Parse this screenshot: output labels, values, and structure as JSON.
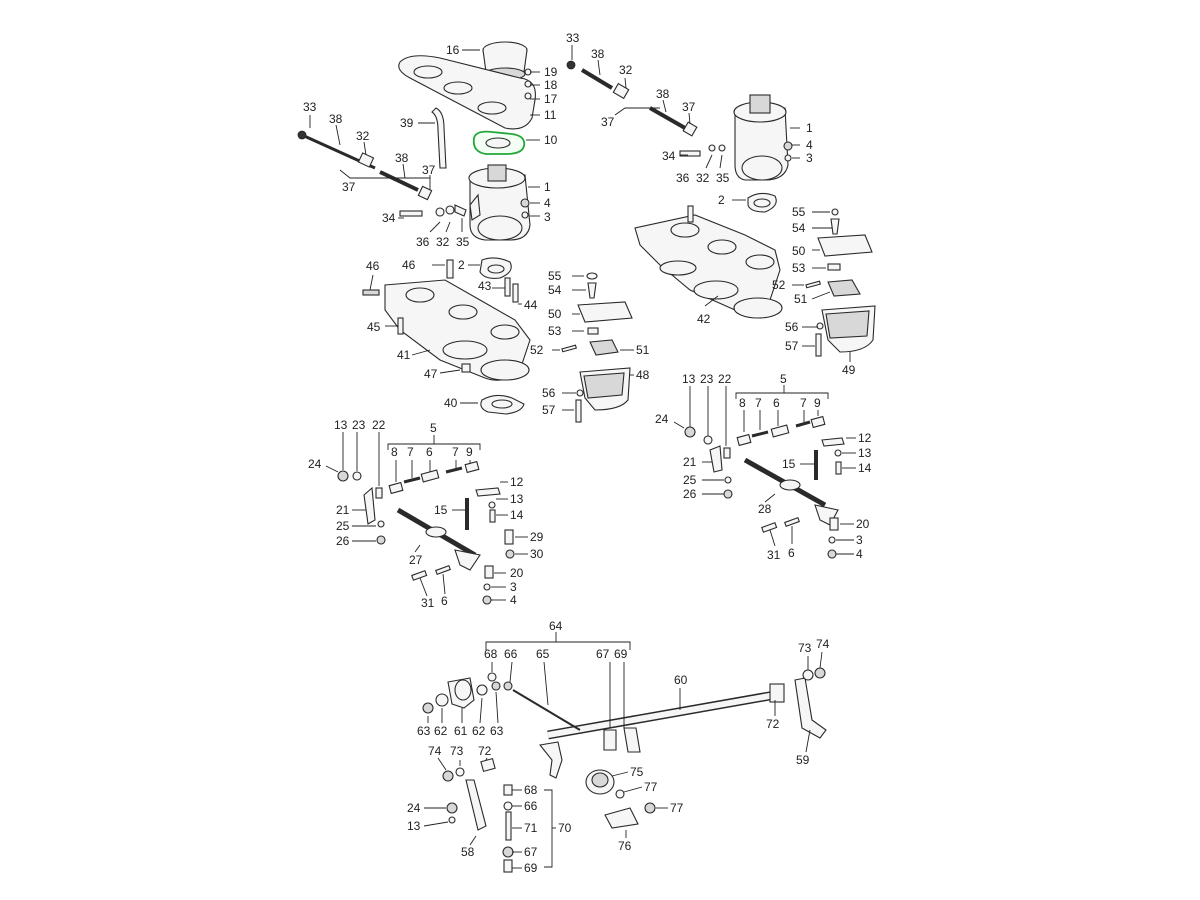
{
  "diagram": {
    "highlight_color": "#22a83a",
    "callouts": {
      "c16": "16",
      "c19": "19",
      "c18": "18",
      "c17": "17",
      "c11": "11",
      "c10": "10",
      "c39": "39",
      "c33a": "33",
      "c38a": "38",
      "c32a": "32",
      "c38b": "38",
      "c37a": "37",
      "c37b": "37",
      "c1a": "1",
      "c4a": "4",
      "c3a": "3",
      "c34a": "34",
      "c36a": "36",
      "c32b": "32",
      "c35a": "35",
      "c33b": "33",
      "c38c": "38",
      "c32c": "32",
      "c38d": "38",
      "c37c": "37",
      "c37d": "37",
      "c1b": "1",
      "c4b": "4",
      "c3b": "3",
      "c34b": "34",
      "c36b": "36",
      "c32d": "32",
      "c35b": "35",
      "c2a": "2",
      "c2b": "2",
      "c46a": "46",
      "c46b": "46",
      "c43": "43",
      "c44": "44",
      "c45": "45",
      "c41": "41",
      "c47": "47",
      "c40": "40",
      "c55a": "55",
      "c54a": "54",
      "c50a": "50",
      "c53a": "53",
      "c52a": "52",
      "c51a": "51",
      "c48": "48",
      "c56a": "56",
      "c57a": "57",
      "c55b": "55",
      "c54b": "54",
      "c50b": "50",
      "c53b": "53",
      "c52b": "52",
      "c51b": "51",
      "c42": "42",
      "c56b": "56",
      "c57b": "57",
      "c49": "49",
      "c13a": "13",
      "c23a": "23",
      "c22a": "22",
      "c5a": "5",
      "c8a": "8",
      "c7a": "7",
      "c6a": "6",
      "c7b": "7",
      "c9a": "9",
      "c24a": "24",
      "c12a": "12",
      "c13b": "13",
      "c14a": "14",
      "c15a": "15",
      "c21a": "21",
      "c25a": "25",
      "c26a": "26",
      "c27": "27",
      "c29": "29",
      "c30": "30",
      "c20a": "20",
      "c3c": "3",
      "c4c": "4",
      "c31a": "31",
      "c6b": "6",
      "c13c": "13",
      "c23b": "23",
      "c22b": "22",
      "c5b": "5",
      "c8b": "8",
      "c7c": "7",
      "c6c": "6",
      "c7d": "7",
      "c9b": "9",
      "c24b": "24",
      "c12b": "12",
      "c13d": "13",
      "c14b": "14",
      "c15b": "15",
      "c21b": "21",
      "c25b": "25",
      "c26b": "26",
      "c28": "28",
      "c20b": "20",
      "c3d": "3",
      "c4d": "4",
      "c31b": "31",
      "c6d": "6",
      "c64": "64",
      "c68a": "68",
      "c66a": "66",
      "c65": "65",
      "c67a": "67",
      "c69a": "69",
      "c60": "60",
      "c73a": "73",
      "c74a": "74",
      "c63a": "63",
      "c62a": "62",
      "c61": "61",
      "c62b": "62",
      "c63b": "63",
      "c72a": "72",
      "c59": "59",
      "c74b": "74",
      "c73b": "73",
      "c72b": "72",
      "c24c": "24",
      "c13e": "13",
      "c58": "58",
      "c75": "75",
      "c77a": "77",
      "c77b": "77",
      "c76": "76",
      "c68b": "68",
      "c66b": "66",
      "c71": "71",
      "c67b": "67",
      "c69b": "69",
      "c70": "70"
    }
  }
}
